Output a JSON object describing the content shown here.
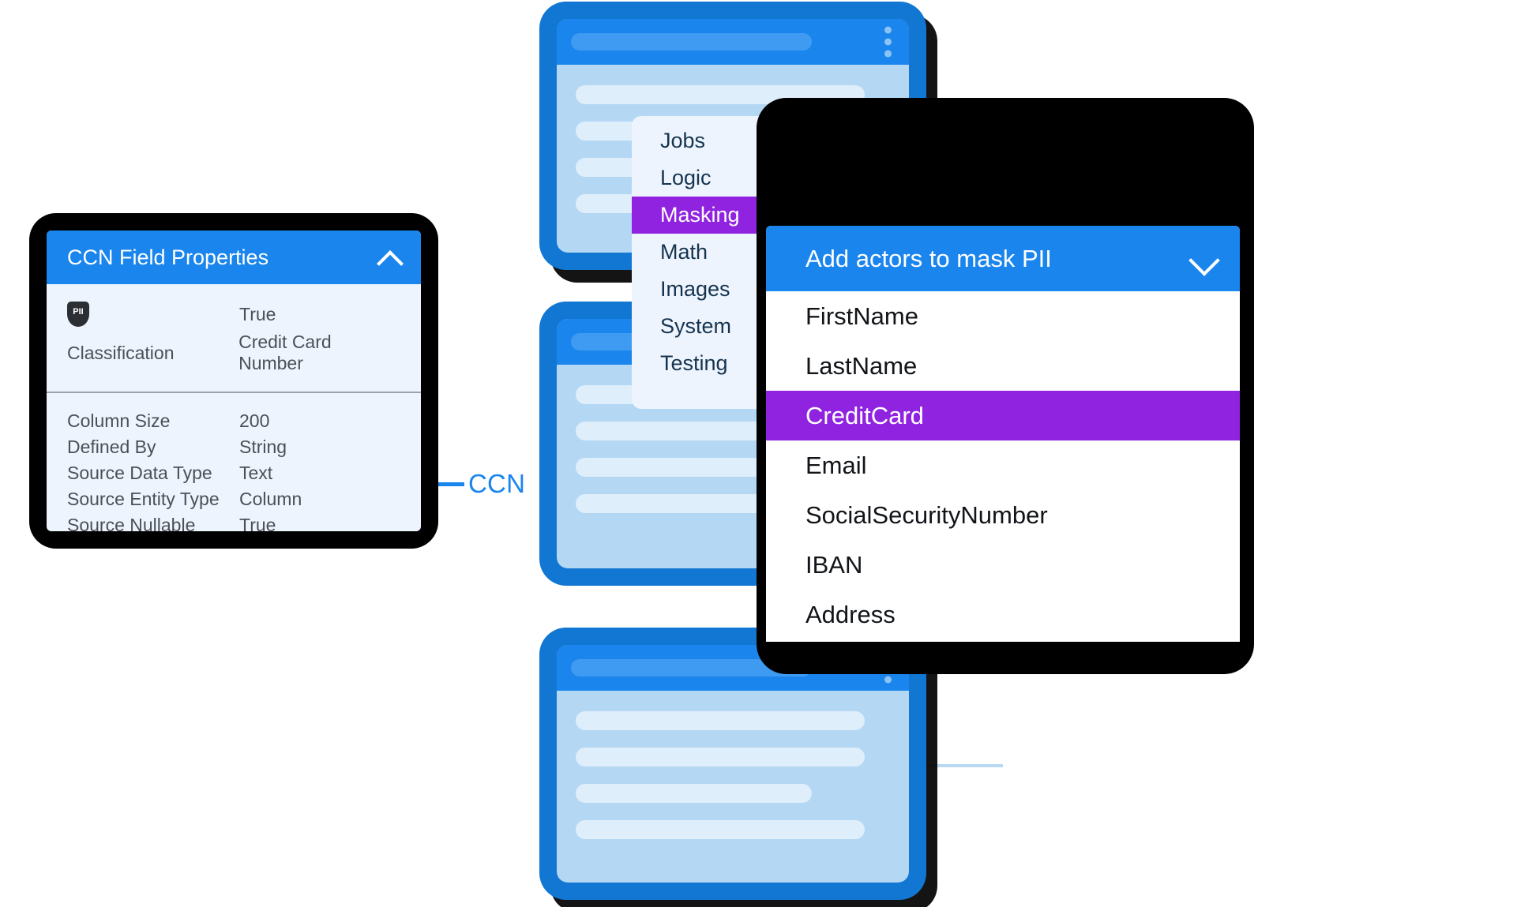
{
  "properties_panel": {
    "title": "CCN Field Properties",
    "collapse_icon": "chevron-up-icon",
    "pii_badge": "PII",
    "section_one": [
      {
        "key": "PII",
        "value": "True"
      },
      {
        "key": "Classification",
        "value": "Credit Card Number"
      }
    ],
    "section_two": [
      {
        "key": "Column Size",
        "value": "200"
      },
      {
        "key": "Defined By",
        "value": "String"
      },
      {
        "key": "Source Data Type",
        "value": "Text"
      },
      {
        "key": "Source Entity Type",
        "value": "Column"
      },
      {
        "key": "Source Nullable",
        "value": "True"
      }
    ]
  },
  "field_label": "CCN",
  "context_menu": {
    "close_icon": "close-icon",
    "items": [
      {
        "label": "Jobs",
        "selected": false
      },
      {
        "label": "Logic",
        "selected": false
      },
      {
        "label": "Masking",
        "selected": true
      },
      {
        "label": "Math",
        "selected": false
      },
      {
        "label": "Images",
        "selected": false
      },
      {
        "label": "System",
        "selected": false
      },
      {
        "label": "Testing",
        "selected": false
      }
    ]
  },
  "actors_panel": {
    "title": "Add actors to mask PII",
    "collapse_icon": "chevron-down-icon",
    "items": [
      {
        "label": "FirstName",
        "selected": false
      },
      {
        "label": "LastName",
        "selected": false
      },
      {
        "label": "CreditCard",
        "selected": true
      },
      {
        "label": "Email",
        "selected": false
      },
      {
        "label": "SocialSecurityNumber",
        "selected": false
      },
      {
        "label": "IBAN",
        "selected": false
      },
      {
        "label": "Address",
        "selected": false
      }
    ]
  },
  "colors": {
    "brand_blue": "#1a85ed",
    "node_blue": "#1277d2",
    "node_body": "#b4d7f4",
    "accent_purple": "#9023e0",
    "panel_bg": "#eef4fd",
    "shadow": "#000000"
  },
  "nodes": [
    {
      "name": "top-node",
      "kebab": "kebab-menu-icon",
      "rows": 4
    },
    {
      "name": "middle-node",
      "kebab": "",
      "rows": 4
    },
    {
      "name": "bottom-node",
      "kebab": "kebab-menu-icon",
      "rows": 4
    }
  ]
}
